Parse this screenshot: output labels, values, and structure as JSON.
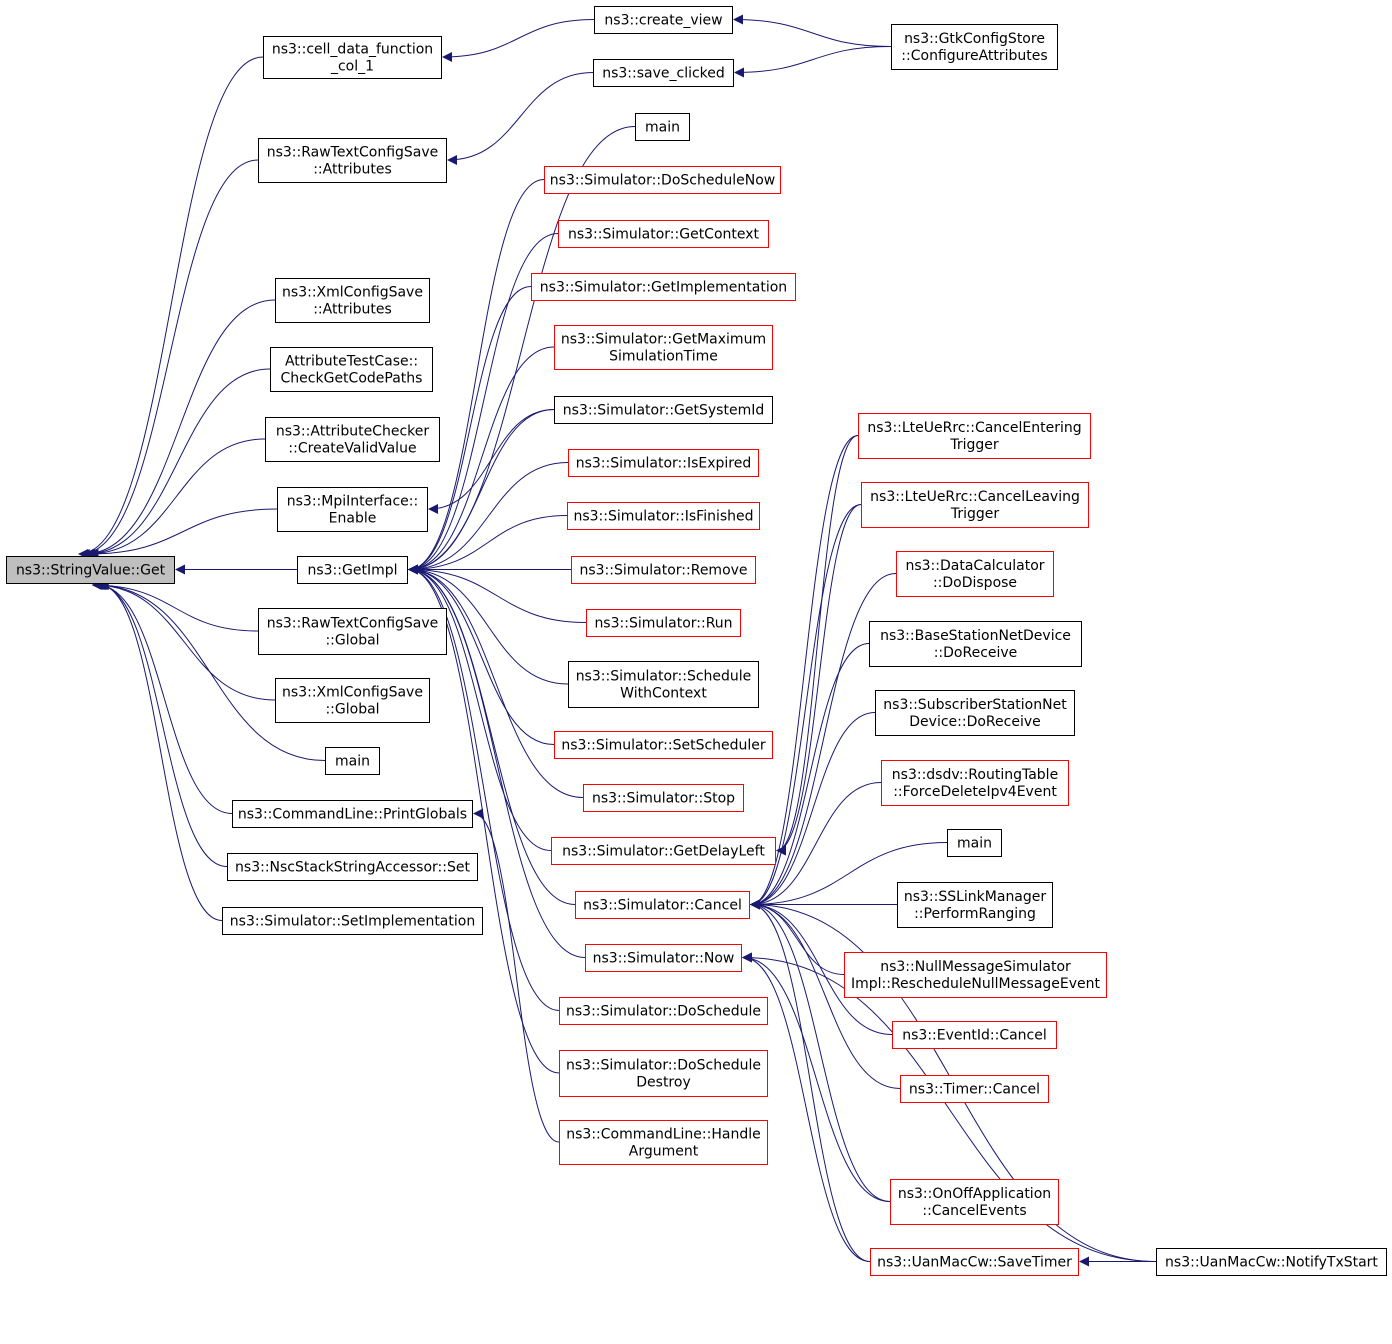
{
  "colors": {
    "edge": "#191970",
    "black_border": "#000000",
    "red_border": "#ff0000",
    "root_fill": "#bfbfbf",
    "background": "#ffffff"
  },
  "nodes": {
    "string_value_get": {
      "lines": [
        "ns3::StringValue::Get"
      ],
      "style": "root"
    },
    "cell_data_function": {
      "lines": [
        "ns3::cell_data_function",
        "_col_1"
      ],
      "style": "black"
    },
    "raw_text_attributes": {
      "lines": [
        "ns3::RawTextConfigSave",
        "::Attributes"
      ],
      "style": "black"
    },
    "xml_attributes": {
      "lines": [
        "ns3::XmlConfigSave",
        "::Attributes"
      ],
      "style": "black"
    },
    "attr_test_case": {
      "lines": [
        "AttributeTestCase::",
        "CheckGetCodePaths"
      ],
      "style": "black"
    },
    "attr_checker": {
      "lines": [
        "ns3::AttributeChecker",
        "::CreateValidValue"
      ],
      "style": "black"
    },
    "mpi_enable": {
      "lines": [
        "ns3::MpiInterface::",
        "Enable"
      ],
      "style": "black"
    },
    "get_impl": {
      "lines": [
        "ns3::GetImpl"
      ],
      "style": "black"
    },
    "raw_text_global": {
      "lines": [
        "ns3::RawTextConfigSave",
        "::Global"
      ],
      "style": "black"
    },
    "xml_global": {
      "lines": [
        "ns3::XmlConfigSave",
        "::Global"
      ],
      "style": "black"
    },
    "main_left": {
      "lines": [
        "main"
      ],
      "style": "black"
    },
    "print_globals": {
      "lines": [
        "ns3::CommandLine::PrintGlobals"
      ],
      "style": "black"
    },
    "nsc_set": {
      "lines": [
        "ns3::NscStackStringAccessor::Set"
      ],
      "style": "black"
    },
    "sim_set_impl": {
      "lines": [
        "ns3::Simulator::SetImplementation"
      ],
      "style": "black"
    },
    "create_view": {
      "lines": [
        "ns3::create_view"
      ],
      "style": "black"
    },
    "save_clicked": {
      "lines": [
        "ns3::save_clicked"
      ],
      "style": "black"
    },
    "gtk_configure": {
      "lines": [
        "ns3::GtkConfigStore",
        "::ConfigureAttributes"
      ],
      "style": "black"
    },
    "main_mid": {
      "lines": [
        "main"
      ],
      "style": "black"
    },
    "do_schedule_now": {
      "lines": [
        "ns3::Simulator::DoScheduleNow"
      ],
      "style": "red"
    },
    "get_context": {
      "lines": [
        "ns3::Simulator::GetContext"
      ],
      "style": "red"
    },
    "get_implementation": {
      "lines": [
        "ns3::Simulator::GetImplementation"
      ],
      "style": "red"
    },
    "get_max_time": {
      "lines": [
        "ns3::Simulator::GetMaximum",
        "SimulationTime"
      ],
      "style": "red"
    },
    "get_system_id": {
      "lines": [
        "ns3::Simulator::GetSystemId"
      ],
      "style": "black"
    },
    "is_expired": {
      "lines": [
        "ns3::Simulator::IsExpired"
      ],
      "style": "red"
    },
    "is_finished": {
      "lines": [
        "ns3::Simulator::IsFinished"
      ],
      "style": "red"
    },
    "remove": {
      "lines": [
        "ns3::Simulator::Remove"
      ],
      "style": "red"
    },
    "run": {
      "lines": [
        "ns3::Simulator::Run"
      ],
      "style": "red"
    },
    "schedule_with_context": {
      "lines": [
        "ns3::Simulator::Schedule",
        "WithContext"
      ],
      "style": "black"
    },
    "set_scheduler": {
      "lines": [
        "ns3::Simulator::SetScheduler"
      ],
      "style": "red"
    },
    "stop": {
      "lines": [
        "ns3::Simulator::Stop"
      ],
      "style": "red"
    },
    "get_delay_left": {
      "lines": [
        "ns3::Simulator::GetDelayLeft"
      ],
      "style": "red"
    },
    "sim_cancel": {
      "lines": [
        "ns3::Simulator::Cancel"
      ],
      "style": "red"
    },
    "sim_now": {
      "lines": [
        "ns3::Simulator::Now"
      ],
      "style": "red"
    },
    "do_schedule": {
      "lines": [
        "ns3::Simulator::DoSchedule"
      ],
      "style": "red"
    },
    "do_schedule_destroy": {
      "lines": [
        "ns3::Simulator::DoSchedule",
        "Destroy"
      ],
      "style": "red"
    },
    "handle_argument": {
      "lines": [
        "ns3::CommandLine::Handle",
        "Argument"
      ],
      "style": "red"
    },
    "lte_cancel_entering": {
      "lines": [
        "ns3::LteUeRrc::CancelEntering",
        "Trigger"
      ],
      "style": "red"
    },
    "lte_cancel_leaving": {
      "lines": [
        "ns3::LteUeRrc::CancelLeaving",
        "Trigger"
      ],
      "style": "red"
    },
    "data_calc_dispose": {
      "lines": [
        "ns3::DataCalculator",
        "::DoDispose"
      ],
      "style": "red"
    },
    "bs_receive": {
      "lines": [
        "ns3::BaseStationNetDevice",
        "::DoReceive"
      ],
      "style": "black"
    },
    "ss_receive": {
      "lines": [
        "ns3::SubscriberStationNet",
        "Device::DoReceive"
      ],
      "style": "black"
    },
    "dsdv_force_delete": {
      "lines": [
        "ns3::dsdv::RoutingTable",
        "::ForceDeleteIpv4Event"
      ],
      "style": "red"
    },
    "main_right": {
      "lines": [
        "main"
      ],
      "style": "black"
    },
    "ss_perform_ranging": {
      "lines": [
        "ns3::SSLinkManager",
        "::PerformRanging"
      ],
      "style": "black"
    },
    "null_msg_reschedule": {
      "lines": [
        "ns3::NullMessageSimulator",
        "Impl::RescheduleNullMessageEvent"
      ],
      "style": "red"
    },
    "event_id_cancel": {
      "lines": [
        "ns3::EventId::Cancel"
      ],
      "style": "red"
    },
    "timer_cancel": {
      "lines": [
        "ns3::Timer::Cancel"
      ],
      "style": "red"
    },
    "onoff_cancel_events": {
      "lines": [
        "ns3::OnOffApplication",
        "::CancelEvents"
      ],
      "style": "red"
    },
    "uan_save_timer": {
      "lines": [
        "ns3::UanMacCw::SaveTimer"
      ],
      "style": "red"
    },
    "uan_notify_tx": {
      "lines": [
        "ns3::UanMacCw::NotifyTxStart"
      ],
      "style": "black"
    }
  },
  "edges": [
    [
      "cell_data_function",
      "string_value_get"
    ],
    [
      "raw_text_attributes",
      "string_value_get"
    ],
    [
      "xml_attributes",
      "string_value_get"
    ],
    [
      "attr_test_case",
      "string_value_get"
    ],
    [
      "attr_checker",
      "string_value_get"
    ],
    [
      "mpi_enable",
      "string_value_get"
    ],
    [
      "get_impl",
      "string_value_get"
    ],
    [
      "raw_text_global",
      "string_value_get"
    ],
    [
      "xml_global",
      "string_value_get"
    ],
    [
      "main_left",
      "string_value_get"
    ],
    [
      "print_globals",
      "string_value_get"
    ],
    [
      "nsc_set",
      "string_value_get"
    ],
    [
      "sim_set_impl",
      "string_value_get"
    ],
    [
      "create_view",
      "cell_data_function"
    ],
    [
      "save_clicked",
      "raw_text_attributes"
    ],
    [
      "gtk_configure",
      "create_view"
    ],
    [
      "gtk_configure",
      "save_clicked"
    ],
    [
      "get_system_id",
      "mpi_enable"
    ],
    [
      "main_mid",
      "get_impl"
    ],
    [
      "do_schedule_now",
      "get_impl"
    ],
    [
      "get_context",
      "get_impl"
    ],
    [
      "get_implementation",
      "get_impl"
    ],
    [
      "get_max_time",
      "get_impl"
    ],
    [
      "get_system_id",
      "get_impl"
    ],
    [
      "is_expired",
      "get_impl"
    ],
    [
      "is_finished",
      "get_impl"
    ],
    [
      "remove",
      "get_impl"
    ],
    [
      "run",
      "get_impl"
    ],
    [
      "schedule_with_context",
      "get_impl"
    ],
    [
      "set_scheduler",
      "get_impl"
    ],
    [
      "stop",
      "get_impl"
    ],
    [
      "get_delay_left",
      "get_impl"
    ],
    [
      "sim_cancel",
      "get_impl"
    ],
    [
      "sim_now",
      "get_impl"
    ],
    [
      "do_schedule",
      "get_impl"
    ],
    [
      "do_schedule_destroy",
      "get_impl"
    ],
    [
      "handle_argument",
      "print_globals"
    ],
    [
      "lte_cancel_entering",
      "get_delay_left"
    ],
    [
      "lte_cancel_leaving",
      "get_delay_left"
    ],
    [
      "lte_cancel_entering",
      "sim_cancel"
    ],
    [
      "lte_cancel_leaving",
      "sim_cancel"
    ],
    [
      "data_calc_dispose",
      "sim_cancel"
    ],
    [
      "bs_receive",
      "sim_cancel"
    ],
    [
      "ss_receive",
      "sim_cancel"
    ],
    [
      "dsdv_force_delete",
      "sim_cancel"
    ],
    [
      "main_right",
      "sim_cancel"
    ],
    [
      "ss_perform_ranging",
      "sim_cancel"
    ],
    [
      "null_msg_reschedule",
      "sim_cancel"
    ],
    [
      "event_id_cancel",
      "sim_cancel"
    ],
    [
      "timer_cancel",
      "sim_cancel"
    ],
    [
      "onoff_cancel_events",
      "sim_cancel"
    ],
    [
      "uan_save_timer",
      "sim_cancel"
    ],
    [
      "uan_notify_tx",
      "sim_cancel"
    ],
    [
      "onoff_cancel_events",
      "sim_now"
    ],
    [
      "uan_save_timer",
      "sim_now"
    ],
    [
      "uan_notify_tx",
      "sim_now"
    ],
    [
      "uan_notify_tx",
      "uan_save_timer"
    ]
  ]
}
